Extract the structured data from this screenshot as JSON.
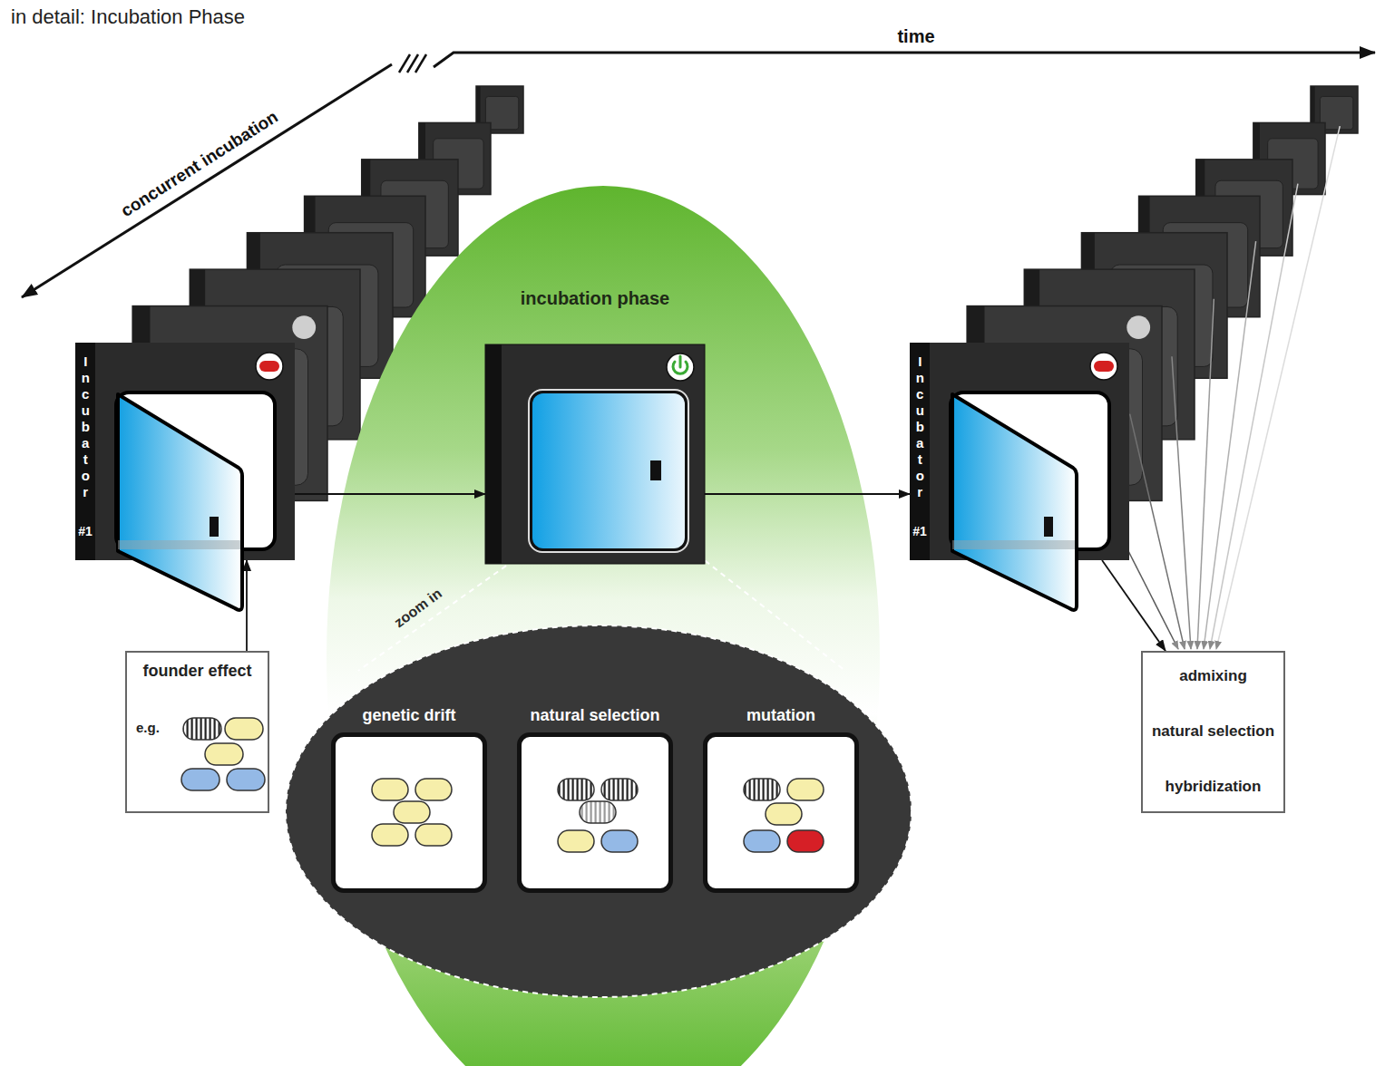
{
  "diagram": {
    "title": "in detail: Incubation Phase",
    "nodes": [
      {
        "text": [
          "Incubator",
          "#1"
        ]
      },
      {
        "text": [
          "incubation phase"
        ]
      },
      {
        "text": [
          "Incubator",
          "#1"
        ]
      },
      {
        "text": [
          "founder effect",
          "e.g."
        ]
      },
      {
        "text": [
          "genetic drift"
        ]
      },
      {
        "text": [
          "natural selection"
        ]
      },
      {
        "text": [
          "mutation"
        ]
      },
      {
        "text": [
          "admixing",
          "natural selection",
          "hybridization"
        ]
      }
    ],
    "edges": [
      {
        "from": 3,
        "to": 0,
        "arrow": "to"
      },
      {
        "from": 0,
        "to": 1,
        "arrow": "to"
      },
      {
        "from": 1,
        "to": 2,
        "arrow": "to"
      },
      {
        "from": 2,
        "to": 7,
        "arrow": "to"
      }
    ],
    "labels": [
      "time",
      "concurrent incubation",
      "zoom in"
    ]
  }
}
